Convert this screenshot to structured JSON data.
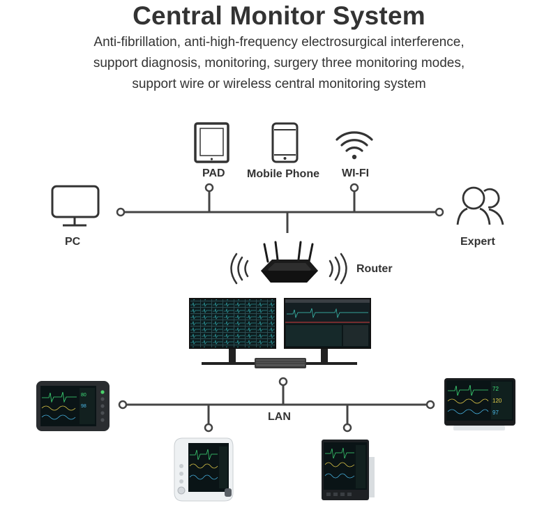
{
  "header": {
    "title": "Central Monitor System",
    "subtitle_lines": [
      "Anti-fibrillation, anti-high-frequency electrosurgical interference,",
      "support diagnosis, monitoring, surgery three monitoring modes,",
      "support wire or wireless central monitoring system"
    ]
  },
  "nodes": {
    "pad": {
      "label": "PAD",
      "icon": "tablet-icon"
    },
    "mobile": {
      "label": "Mobile Phone",
      "icon": "mobile-phone-icon"
    },
    "wifi": {
      "label": "WI-FI",
      "icon": "wifi-icon"
    },
    "pc": {
      "label": "PC",
      "icon": "desktop-monitor-icon"
    },
    "expert": {
      "label": "Expert",
      "icon": "users-icon"
    },
    "router": {
      "label": "Router",
      "icon": "router-icon"
    },
    "lan": {
      "label": "LAN"
    }
  },
  "colors": {
    "text": "#333333",
    "line": "#444444",
    "screen": "#0c1a1a",
    "device_body": "#e8ecef"
  }
}
